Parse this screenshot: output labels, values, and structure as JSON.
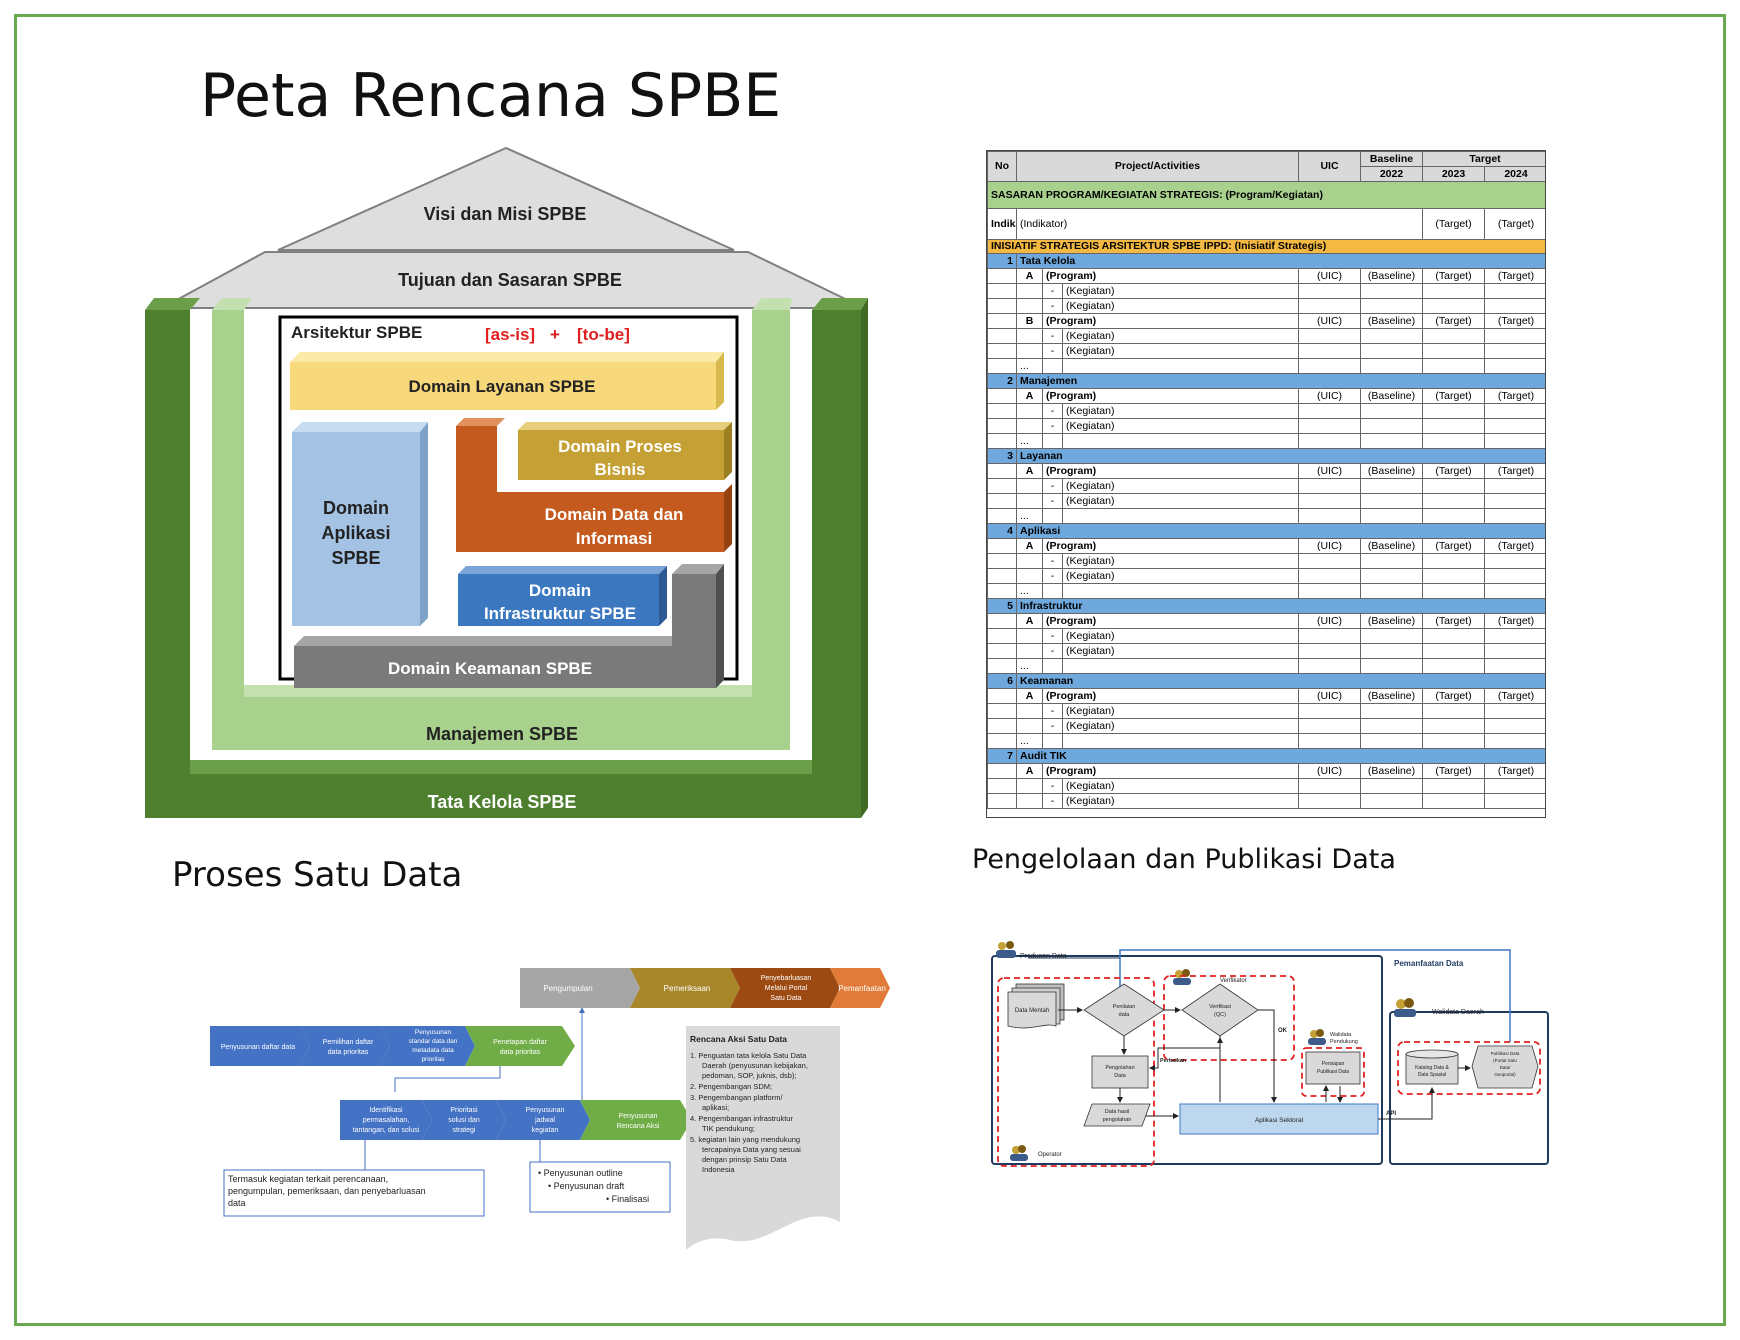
{
  "page": {
    "title": "Peta Rencana SPBE"
  },
  "sections": {
    "proses": "Proses Satu Data",
    "pengelolaan": "Pengelolaan dan Publikasi Data"
  },
  "house": {
    "visi": "Visi dan Misi SPBE",
    "tujuan": "Tujuan dan Sasaran SPBE",
    "arsitektur": "Arsitektur SPBE",
    "asis": "[as-is]",
    "plus": "+",
    "tobe": "[to-be]",
    "layanan": "Domain Layanan SPBE",
    "aplikasi": [
      "Domain",
      "Aplikasi",
      "SPBE"
    ],
    "proses_bisnis": [
      "Domain Proses",
      "Bisnis"
    ],
    "data_informasi": [
      "Domain Data dan",
      "Informasi"
    ],
    "infrastruktur": [
      "Domain",
      "Infrastruktur SPBE"
    ],
    "keamanan": "Domain Keamanan SPBE",
    "manajemen": "Manajemen SPBE",
    "tata_kelola": "Tata Kelola SPBE"
  },
  "table": {
    "headers": {
      "no": "No",
      "project": "Project/Activities",
      "uic": "UIC",
      "baseline": "Baseline",
      "baseline_year": "2022",
      "target": "Target",
      "target_year1": "2023",
      "target_year2": "2024"
    },
    "sasaran": "SASARAN PROGRAM/KEGIATAN STRATEGIS: (Program/Kegiatan)",
    "indikator_label": "Indikator",
    "indikator_value": "(Indikator)",
    "inisiatif": "INISIATIF STRATEGIS ARSITEKTUR SPBE IPPD: (Inisiatif Strategis)",
    "program": "(Program)",
    "kegiatan": "(Kegiatan)",
    "uic": "(UIC)",
    "baseline_val": "(Baseline)",
    "target_val": "(Target)",
    "dash": "-",
    "ellipsis": "...",
    "domains": [
      {
        "no": "1",
        "name": "Tata Kelola",
        "programs": [
          "A",
          "B"
        ]
      },
      {
        "no": "2",
        "name": "Manajemen",
        "programs": [
          "A"
        ]
      },
      {
        "no": "3",
        "name": "Layanan",
        "programs": [
          "A"
        ]
      },
      {
        "no": "4",
        "name": "Aplikasi",
        "programs": [
          "A"
        ]
      },
      {
        "no": "5",
        "name": "Infrastruktur",
        "programs": [
          "A"
        ]
      },
      {
        "no": "6",
        "name": "Keamanan",
        "programs": [
          "A"
        ]
      },
      {
        "no": "7",
        "name": "Audit TIK",
        "programs": [
          "A"
        ]
      }
    ]
  },
  "satu_data": {
    "top_flow": [
      "Pengumpulan",
      "Pemeriksaan",
      "Penyebarluasan Melalui Portal Satu Data",
      "Pemanfaatan"
    ],
    "row1": [
      "Penyusunan daftar data",
      "Pemilihan daftar data prioritas",
      "Penyusunan standar data dan metadata data prioritas",
      "Penetapan daftar data prioritas"
    ],
    "row2": [
      "Identifikasi permasalahan, tantangan, dan solusi",
      "Prioritasi solusi dan strategi",
      "Penyusunan jadwal kegiatan",
      "Penyusunan Rencana Aksi"
    ],
    "note1": "Termasuk kegiatan terkait perencanaan, pengumpulan, pemeriksaan, dan penyebarluasan data",
    "note2": [
      "Penyusunan outline",
      "Penyusunan draft",
      "Finalisasi"
    ],
    "rencana_title": "Rencana Aksi Satu Data",
    "rencana_items": [
      "Penguatan tata kelola Satu Data Daerah (penyusunan kebijakan, pedoman, SOP, juknis, dsb);",
      "Pengembangan SDM;",
      "Pengembangan platform/ aplikasi;",
      "Pengembangan infrastruktur TIK pendukung;",
      "kegiatan lain yang mendukung tercapainya Data yang sesuai dengan prinsip Satu Data Indonesia"
    ]
  },
  "publikasi": {
    "produsen": "Produsen Data",
    "pemanfaatan": "Pemanfaatan Data",
    "verifikator": "Verifikator",
    "walidata_daerah": "Walidata Daerah",
    "walidata_pendukung": [
      "Walidata",
      "Pendukung"
    ],
    "operator": "Operator",
    "data_mentah": "Data Mentah",
    "penilaian": [
      "Penilaian",
      "data"
    ],
    "verifikasi": [
      "Verifikasi",
      "(QC)"
    ],
    "perbaikan": "Perbaikan",
    "ok": "OK",
    "pengolahan": [
      "Pengolahan",
      "Data"
    ],
    "hasil": [
      "Data hasil",
      "pengolahan"
    ],
    "persiapan": [
      "Persiapan",
      "Publikasi Data"
    ],
    "aplikasi": "Aplikasi Sektoral",
    "api": "API",
    "katalog": [
      "Katalog Data &",
      "Data Spasial"
    ],
    "publikasi_data": [
      "Publikasi Data",
      "(Portal Satu",
      "Data/",
      "Geoportal)"
    ]
  }
}
